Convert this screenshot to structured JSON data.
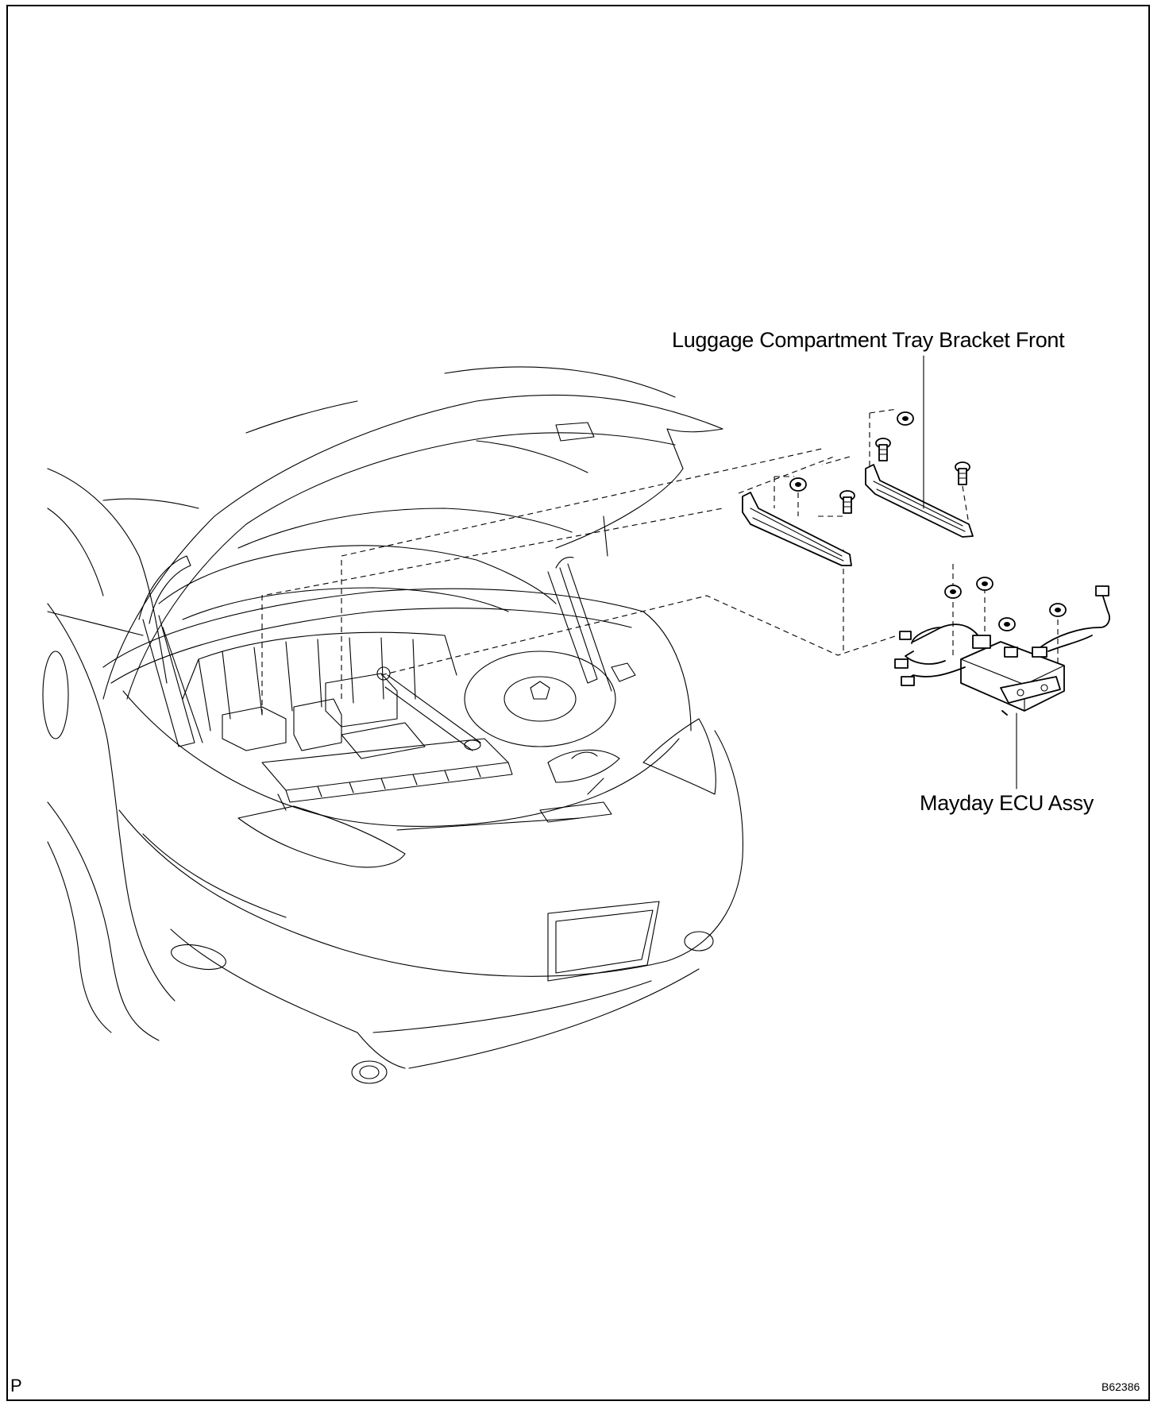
{
  "labels": {
    "bracket": "Luggage Compartment Tray Bracket Front",
    "ecu": "Mayday ECU Assy"
  },
  "corner": {
    "left": "P",
    "right": "B62386"
  }
}
